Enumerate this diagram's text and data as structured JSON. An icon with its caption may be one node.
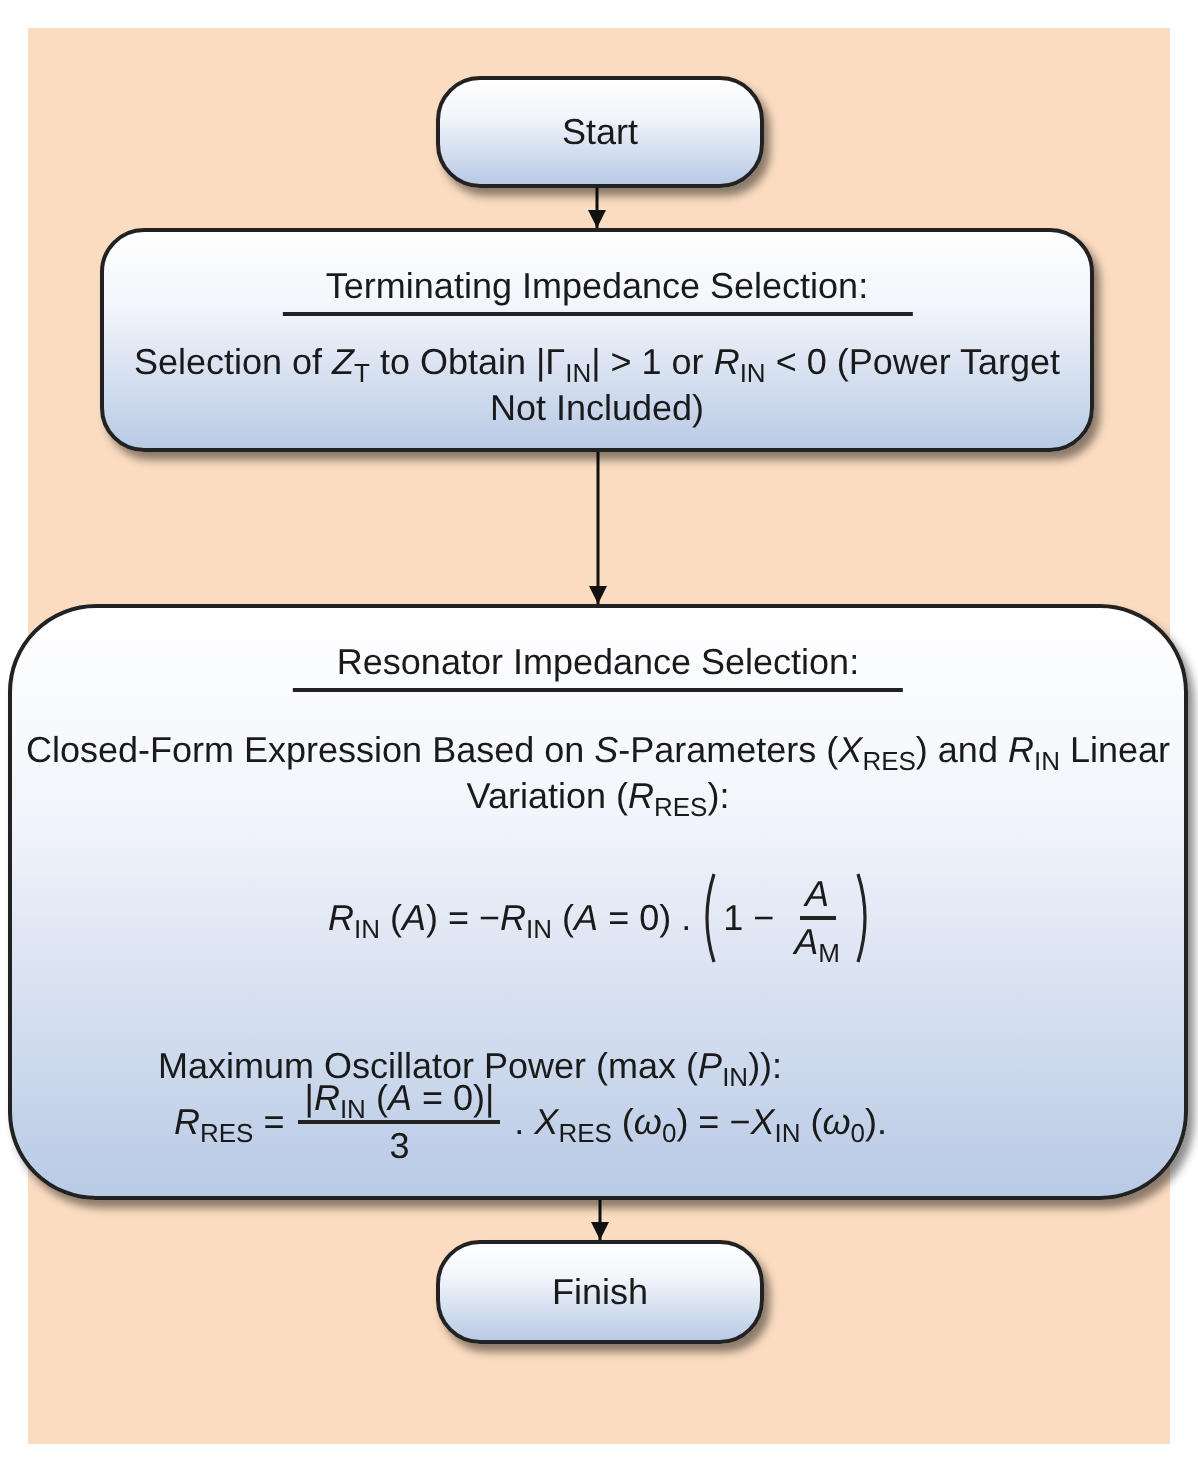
{
  "diagram": {
    "nodes": [
      {
        "text": [
          "Start"
        ]
      },
      {
        "text": [
          "Terminating Impedance Selection:",
          "Selection of *Z*$_{T}$ to Obtain |Γ$_{IN}$| > 1 or *R*$_{IN}$ < 0 (Power Target Not Included)"
        ]
      },
      {
        "text": [
          "Resonator Impedance Selection:",
          "Closed-Form Expression Based on *S*-Parameters (*X*$_{RES}$) and *R*$_{IN}$ Linear Variation (*R*$_{RES}$):",
          "*R*$_{IN}$ (*A*) = −*R*$_{IN}$ (*A* = 0) .",
          "1 −",
          "*A*",
          "*A*$_{M}$",
          "Maximum Oscillator Power (max (*P*$_{IN}$)):",
          "*R*$_{RES}$ =",
          "|*R*$_{IN}$ (*A* = 0)|",
          "3",
          ".   *X*$_{RES}$ (*ω*$_{0}$) = −*X*$_{IN}$ (*ω*$_{0}$)."
        ]
      },
      {
        "text": [
          "Finish"
        ]
      }
    ],
    "edges": [
      {
        "from": 0,
        "to": 1,
        "arrow": "to"
      },
      {
        "from": 1,
        "to": 2,
        "arrow": "to"
      },
      {
        "from": 2,
        "to": 3,
        "arrow": "to"
      }
    ]
  }
}
